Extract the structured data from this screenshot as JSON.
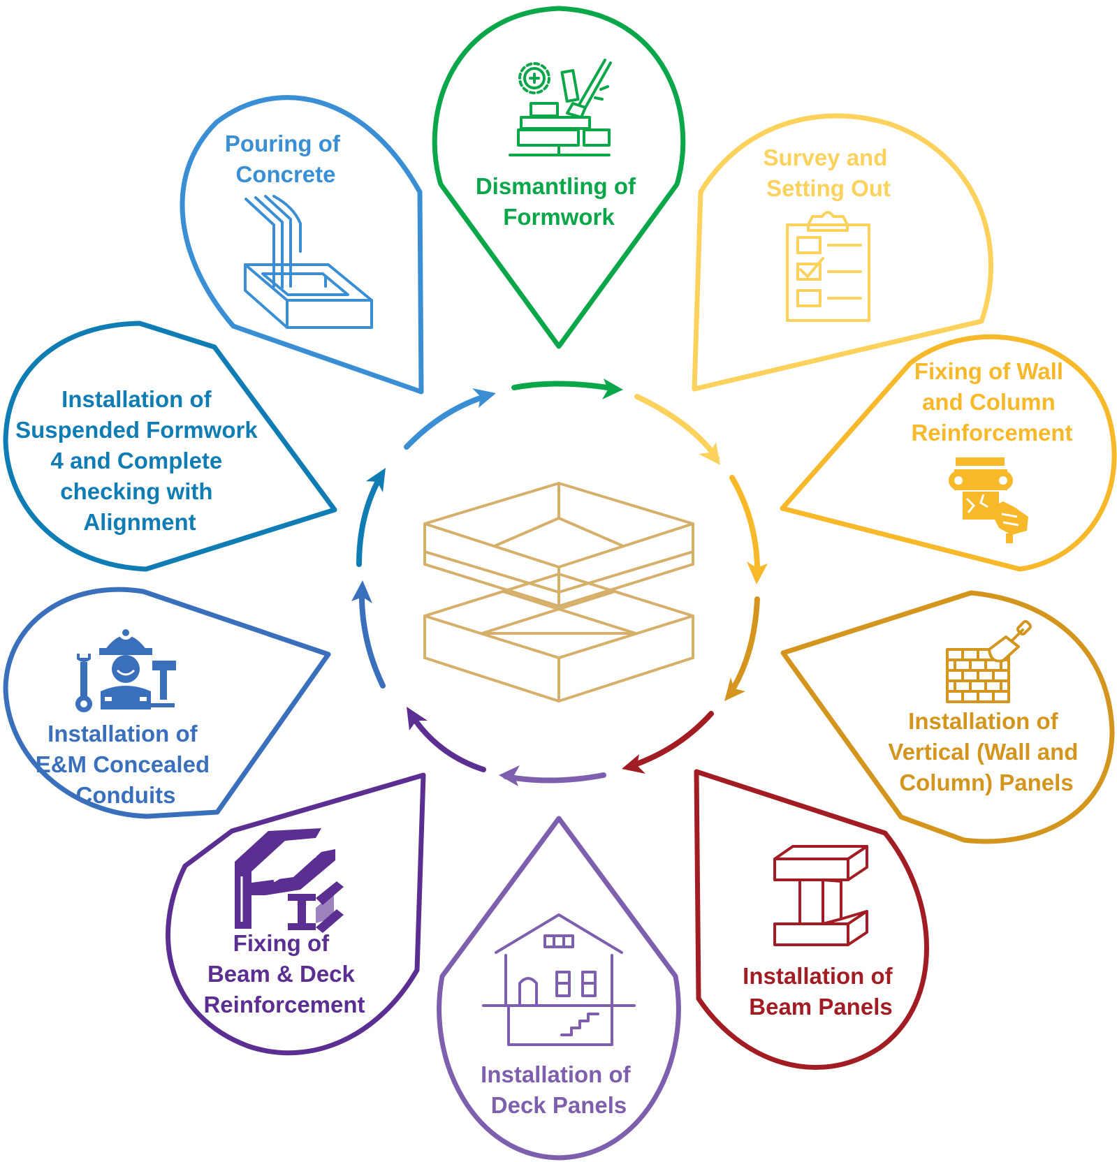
{
  "colors": {
    "dismantling": "#0aa64a",
    "survey": "#fcd15c",
    "fixing_wall": "#f7b82a",
    "vertical": "#d4951e",
    "beam_panels": "#a21d23",
    "deck_panels": "#7e5fad",
    "beam_deck": "#5b2e91",
    "em": "#3a6fbc",
    "suspended": "#0f7cb4",
    "pouring": "#3a8fd4",
    "center": "#d6b06a"
  },
  "steps": {
    "dismantling": {
      "line1": "Dismantling of",
      "line2": "Formwork"
    },
    "survey": {
      "line1": "Survey and",
      "line2": "Setting Out"
    },
    "fixing_wall": {
      "line1": "Fixing of Wall",
      "line2": "and Column",
      "line3": "Reinforcement"
    },
    "vertical": {
      "line1": "Installation of",
      "line2": "Vertical (Wall and",
      "line3": "Column) Panels"
    },
    "beam_panels": {
      "line1": "Installation of",
      "line2": "Beam Panels"
    },
    "deck_panels": {
      "line1": "Installation of",
      "line2": "Deck Panels"
    },
    "beam_deck": {
      "line1": "Fixing of",
      "line2": "Beam & Deck",
      "line3": "Reinforcement"
    },
    "em": {
      "line1": "Installation of",
      "line2": "E&M Concealed",
      "line3": "Conduits"
    },
    "suspended": {
      "line1": "Installation of",
      "line2": "Suspended Formwork",
      "line3": "4 and Complete",
      "line4": "checking with",
      "line5": "Alignment"
    },
    "pouring": {
      "line1": "Pouring of",
      "line2": "Concrete"
    }
  },
  "icons": {
    "dismantling": "demolition-icon",
    "survey": "clipboard-checklist-icon",
    "fixing_wall": "column-repair-icon",
    "vertical": "brick-wall-trowel-icon",
    "beam_panels": "steel-beam-icon",
    "deck_panels": "house-icon",
    "beam_deck": "steel-profiles-icon",
    "em": "worker-tools-icon",
    "pouring": "concrete-pour-icon",
    "center": "formwork-frame-icon"
  }
}
